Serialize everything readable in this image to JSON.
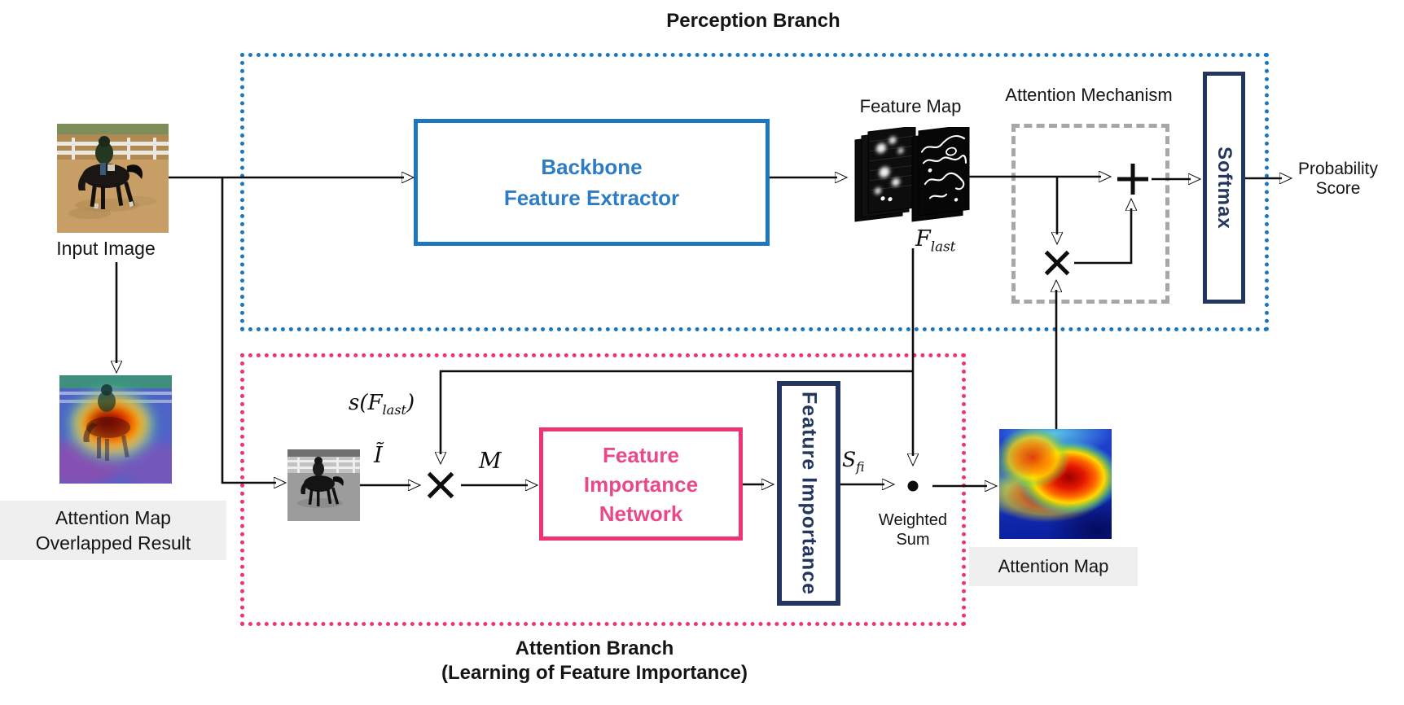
{
  "colors": {
    "blue": "#1c77bd",
    "blue-text": "#2e7cc2",
    "navy": "#24365f",
    "pink": "#ee3377",
    "pink-text": "#e9498a",
    "gray-dash": "#a7a7a7",
    "label-bg": "#efefef",
    "ink": "#111111"
  },
  "titles": {
    "perception": "Perception Branch",
    "attention_line1": "Attention Branch",
    "attention_line2": "(Learning of Feature Importance)"
  },
  "perception": {
    "backbone_line1": "Backbone",
    "backbone_line2": "Feature Extractor",
    "feature_map_label": "Feature Map",
    "attention_mechanism_label": "Attention Mechanism",
    "softmax_label": "Softmax",
    "probability_line1": "Probability",
    "probability_line2": "Score",
    "f_last_base": "F",
    "f_last_sub": "last"
  },
  "inputs": {
    "input_image_label": "Input Image",
    "overlap_line1": "Attention Map",
    "overlap_line2": "Overlapped Result"
  },
  "attention": {
    "s_f_prefix": "s(F",
    "s_f_sub": "last",
    "s_f_suffix": ")",
    "i_tilde_label": "Ĩ",
    "m_label": "M",
    "fin_line1": "Feature",
    "fin_line2": "Importance",
    "fin_line3": "Network",
    "feature_importance_label": "Feature Importance",
    "s_fi_base": "S",
    "s_fi_sub": "fi",
    "weighted_line1": "Weighted",
    "weighted_line2": "Sum",
    "attention_map_label": "Attention Map"
  }
}
